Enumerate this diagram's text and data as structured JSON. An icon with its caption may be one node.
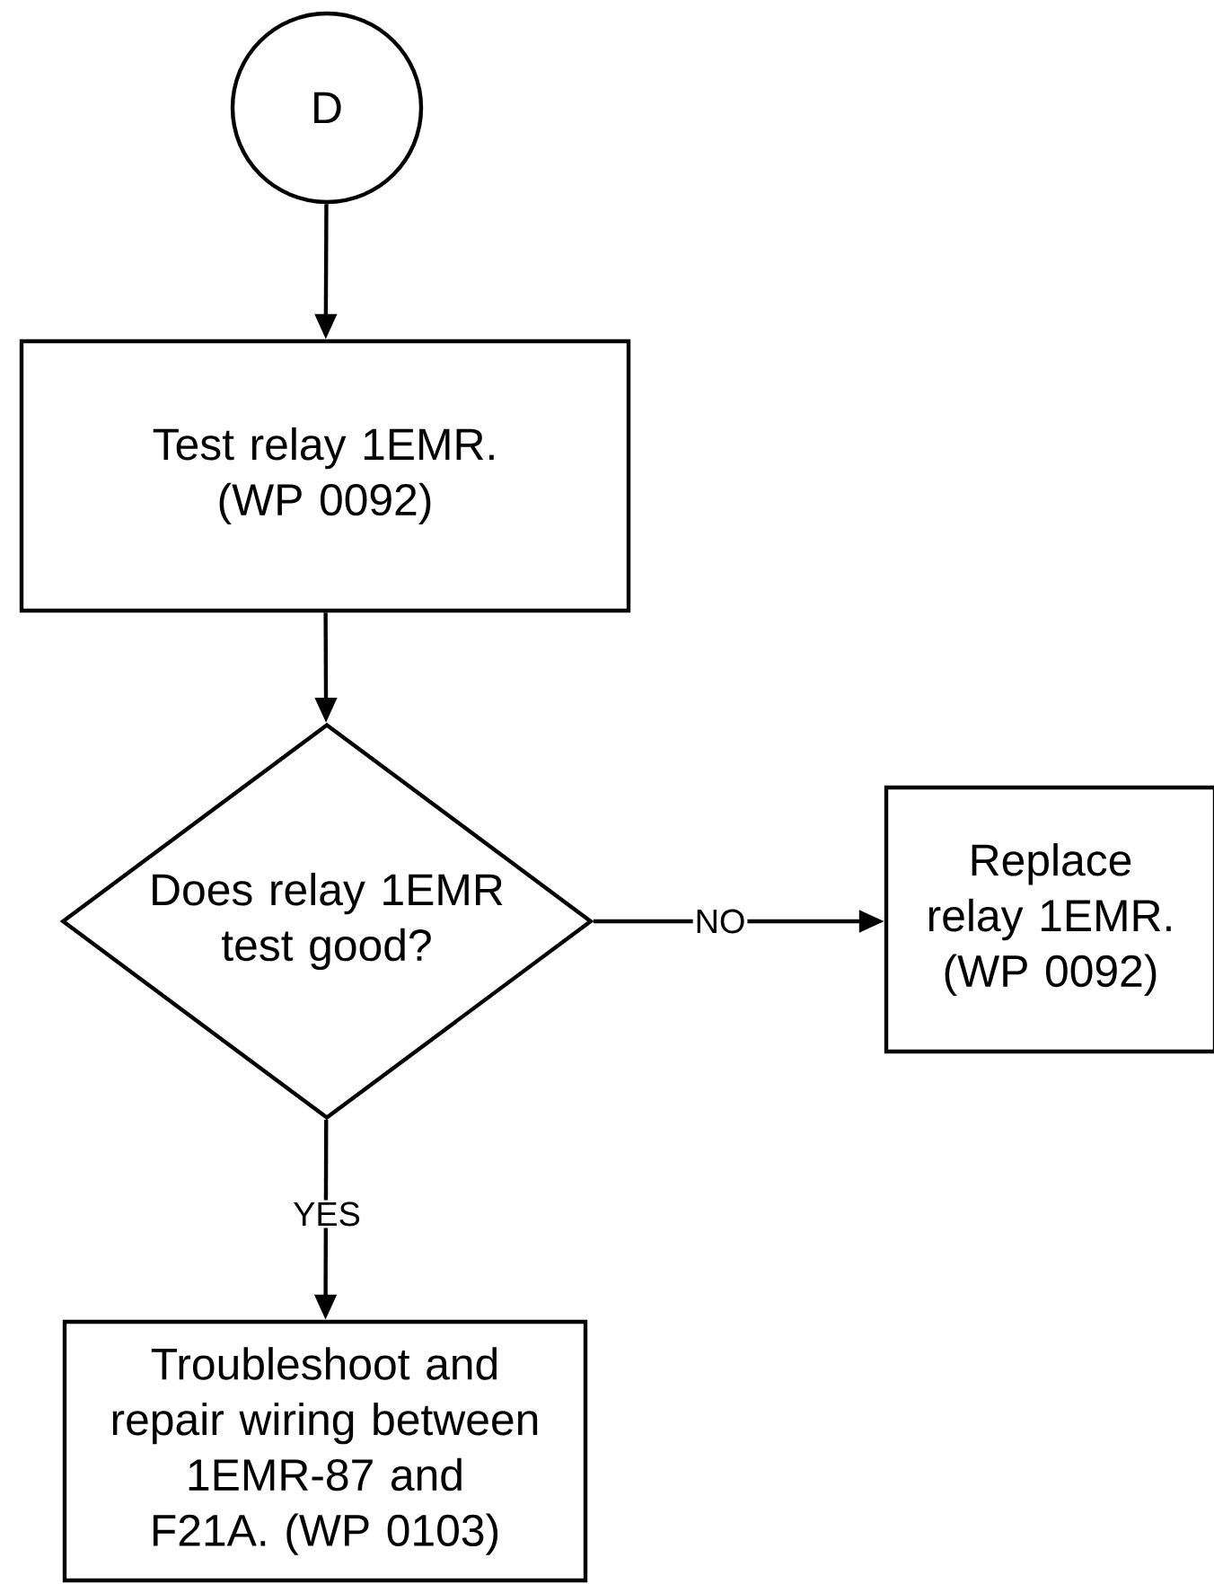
{
  "diagram": {
    "nodes": [
      {
        "text": [
          "D"
        ]
      },
      {
        "text": [
          "Test relay 1EMR. (WP 0092)"
        ]
      },
      {
        "text": [
          "Does relay 1EMR test good?"
        ]
      },
      {
        "text": [
          "Replace relay 1EMR. (WP 0092)"
        ]
      },
      {
        "text": [
          "Troubleshoot and repair wiring between 1EMR-87 and F21A. (WP 0103)"
        ]
      }
    ],
    "edges": [
      {
        "from": 0,
        "to": 1,
        "arrow": "to"
      },
      {
        "from": 1,
        "to": 2,
        "arrow": "to"
      },
      {
        "from": 2,
        "to": 3,
        "arrow": "to",
        "label": "NO"
      },
      {
        "from": 2,
        "to": 4,
        "arrow": "to",
        "label": "YES"
      }
    ]
  }
}
